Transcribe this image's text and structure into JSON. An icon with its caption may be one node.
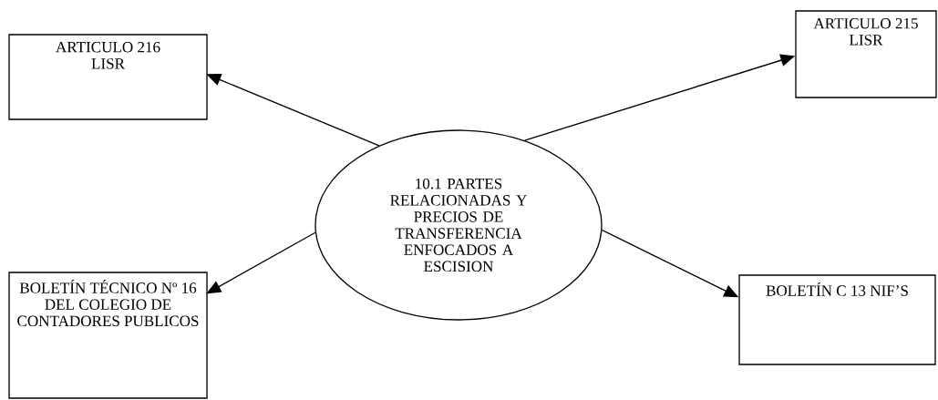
{
  "diagram": {
    "nodes": [
      {
        "text": [
          "ARTICULO 216 LISR"
        ]
      },
      {
        "text": [
          "ARTICULO 215 LISR"
        ]
      },
      {
        "text": [
          "10.1 PARTES RELACIONADAS Y PRECIOS DE TRANSFERENCIA ENFOCADOS A ESCISION"
        ]
      },
      {
        "text": [
          "BOLETÍN TÉCNICO Nº 16 DEL COLEGIO DE CONTADORES PUBLICOS"
        ]
      },
      {
        "text": [
          "BOLETÍN C 13 NIF’S"
        ]
      }
    ],
    "edges": [
      {
        "from": 2,
        "to": 0,
        "arrow": "to"
      },
      {
        "from": 2,
        "to": 1,
        "arrow": "to"
      },
      {
        "from": 2,
        "to": 3,
        "arrow": "to"
      },
      {
        "from": 2,
        "to": 4,
        "arrow": "to"
      }
    ]
  }
}
